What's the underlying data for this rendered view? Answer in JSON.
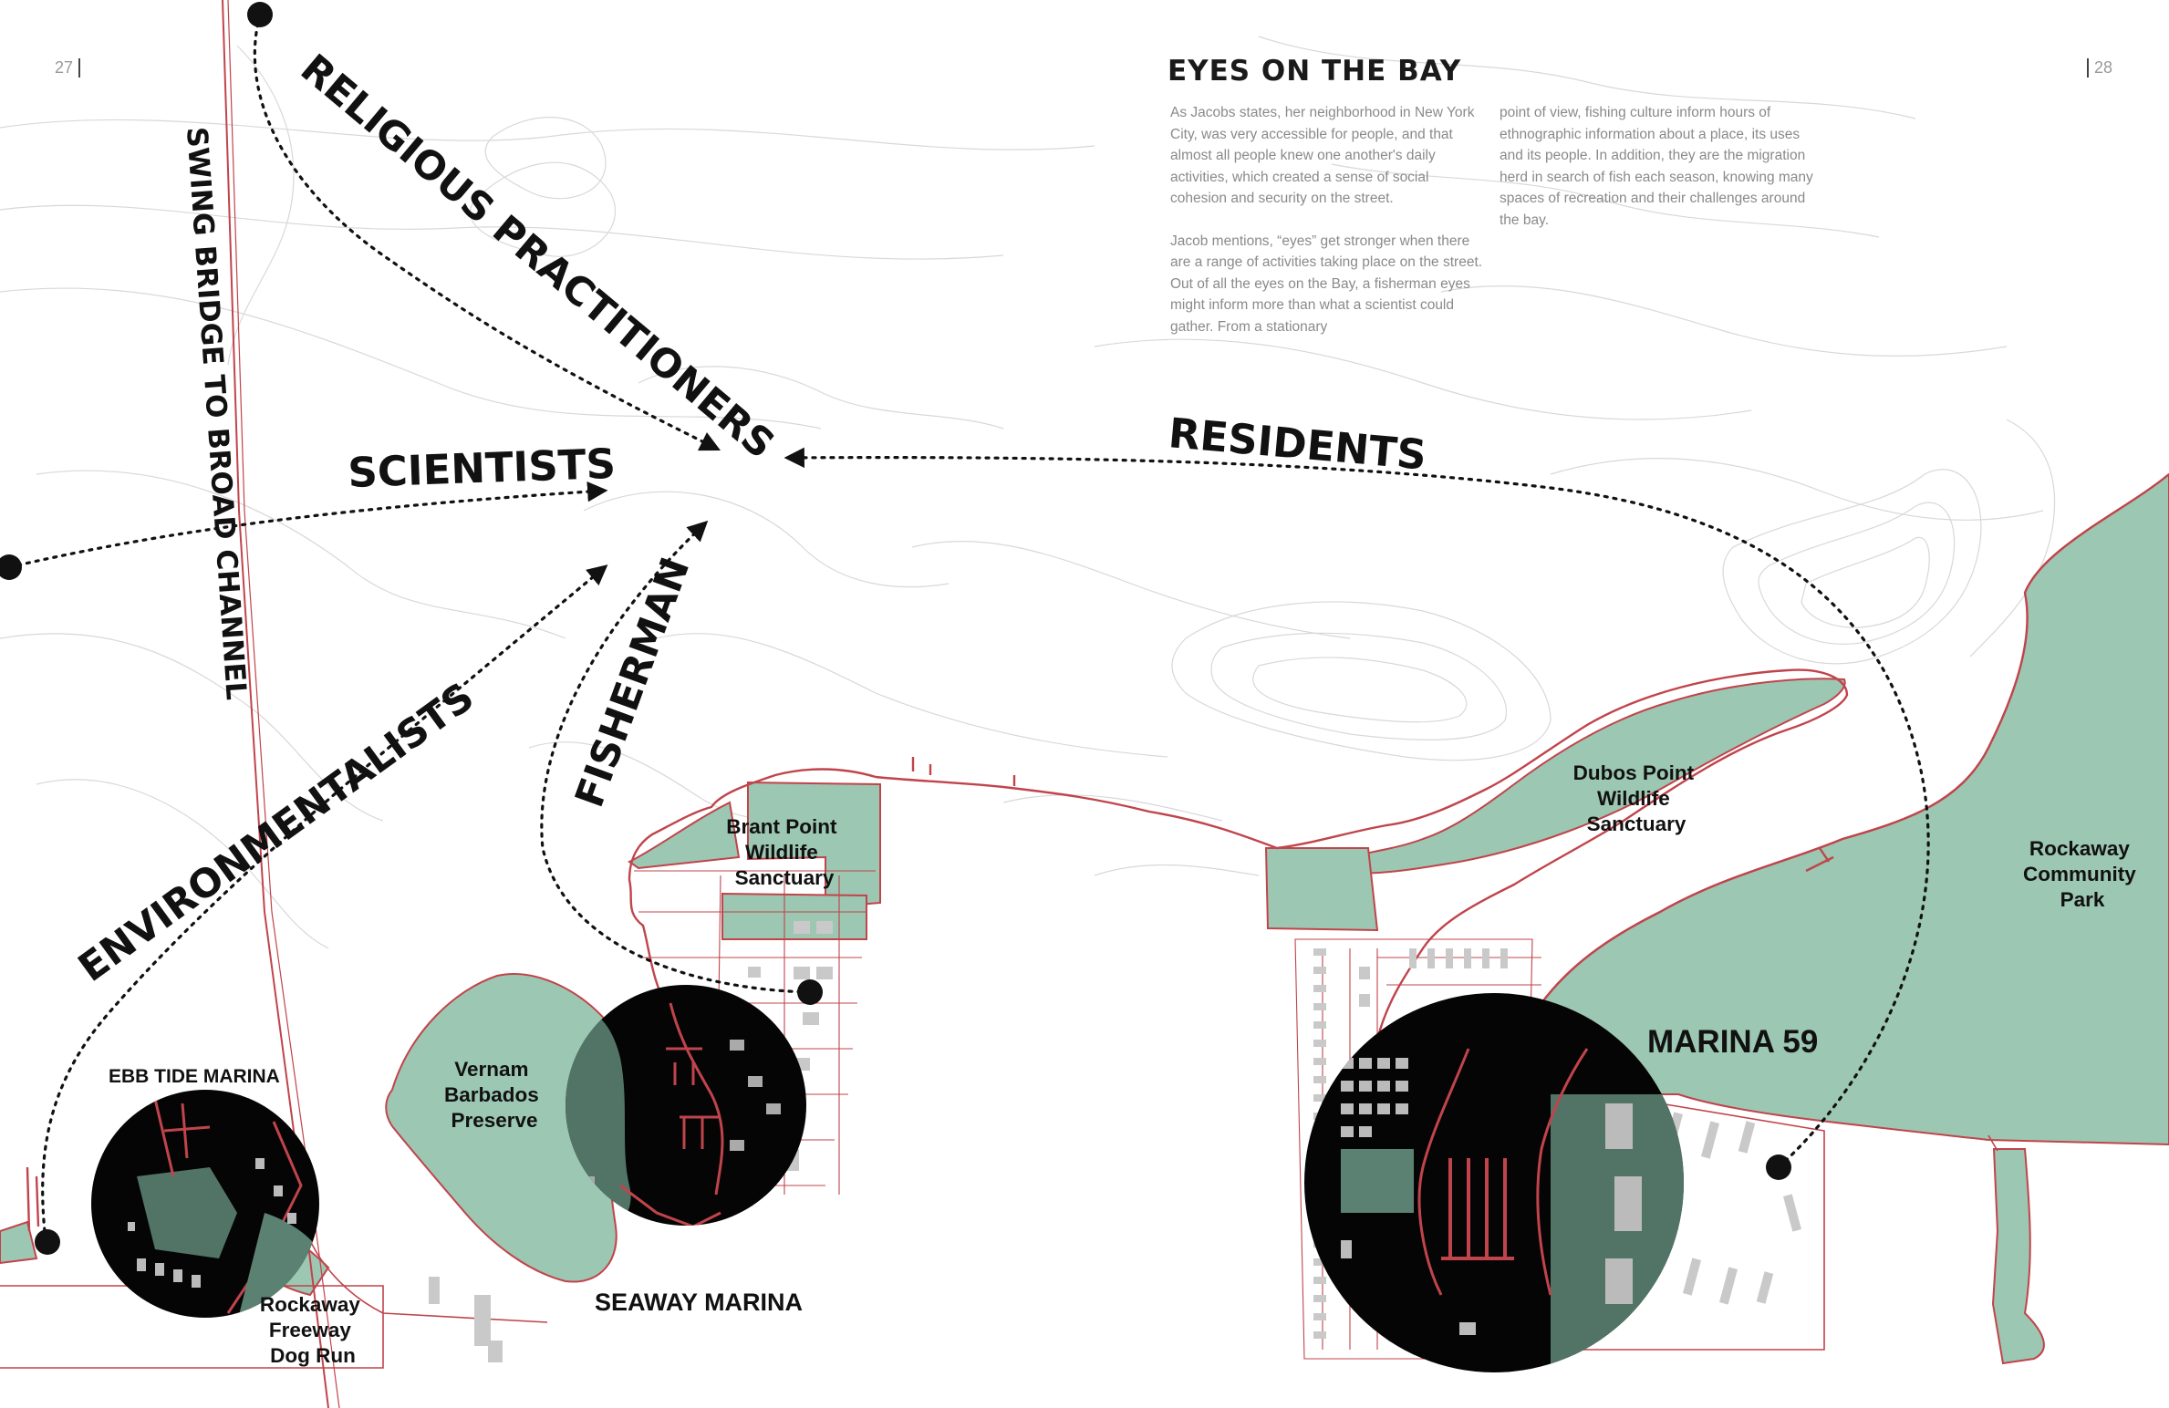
{
  "page_numbers": {
    "left": "27",
    "right": "28"
  },
  "article": {
    "title": "EYES ON THE BAY",
    "paragraphs": [
      "As Jacobs states, her neighborhood in New York City, was very accessible for people, and that almost all people knew one another's daily activities, which created a sense of social cohesion and security on the street.",
      "Jacob mentions, “eyes” get stronger when there are a range of activities taking place on the street. Out of all the eyes on the Bay, a fisherman eyes might inform more than what a scientist could gather. From a stationary",
      "point of view, fishing culture inform hours of ethnographic information about a place, its uses and its people. In addition, they are the migration herd in search of fish each season, knowing many spaces of recreation and their challenges around the bay."
    ]
  },
  "actors": {
    "religious": "RELIGIOUS PRACTITIONERS",
    "scientists": "SCIENTISTS",
    "residents": "RESIDENTS",
    "fisherman": "FISHERMAN",
    "environmentalists": "ENVIRONMENTALISTS"
  },
  "road_label": "SWING BRIDGE TO BROAD CHANNEL",
  "places": {
    "ebb_tide": "EBB TIDE MARINA",
    "seaway": "SEAWAY MARINA",
    "marina59": "MARINA 59",
    "vernam": [
      "Vernam",
      "Barbados",
      "Preserve"
    ],
    "brant": [
      "Brant Point",
      "Wildlife",
      "Sanctuary"
    ],
    "dubos": [
      "Dubos Point",
      "Wildlife",
      "Sanctuary"
    ],
    "rockaway_park": [
      "Rockaway",
      "Community",
      "Park"
    ],
    "dog_run": [
      "Rockaway",
      "Freeway",
      "Dog Run"
    ]
  },
  "colors": {
    "park_green": "#9cc7b2",
    "shoreline_red": "#c0444b",
    "contour_gray": "#d6d6d6",
    "ink": "#111111"
  }
}
